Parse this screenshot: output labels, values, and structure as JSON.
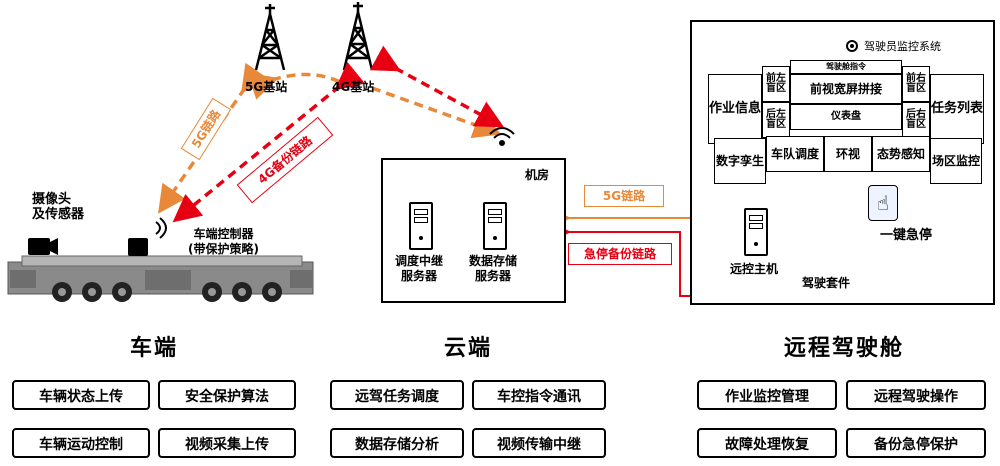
{
  "diagram": {
    "towers": {
      "t5g": "5G基站",
      "t4g": "4G基站"
    },
    "links": {
      "link5g_vehicle": "5G链路",
      "link4g_backup": "4G备份链路",
      "link5g_cockpit": "5G链路",
      "estop_backup": "急停备份链路"
    },
    "vehicle": {
      "camera_label_line1": "摄像头",
      "camera_label_line2": "及传感器",
      "controller_label_line1": "车端控制器",
      "controller_label_line2": "(带保护策略)"
    },
    "cloud": {
      "room": "机房",
      "server1_line1": "调度中继",
      "server1_line2": "服务器",
      "server2_line1": "数据存储",
      "server2_line2": "服务器"
    },
    "cockpit": {
      "monitor_title": "驾驶员监控系统",
      "screens": {
        "job_info": "作业信息",
        "front_left": "前左盲区",
        "rear_left": "后左盲区",
        "driving_cmd": "驾驶舱指令",
        "front_view": "前视宽屏拼接",
        "dashboard": "仪表盘",
        "front_right": "前右盲区",
        "rear_right": "后右盲区",
        "task_list": "任务列表",
        "digital_twin": "数字孪生",
        "fleet_dispatch": "车队调度",
        "surround": "环视",
        "situation": "态势感知",
        "site_monitor": "场区监控"
      },
      "remote_host": "远控主机",
      "driving_kit": "驾驶套件",
      "estop": "一键急停"
    }
  },
  "sections": {
    "vehicle": {
      "title": "车端",
      "functions": [
        "车辆状态上传",
        "安全保护算法",
        "车辆运动控制",
        "视频采集上传"
      ]
    },
    "cloud": {
      "title": "云端",
      "functions": [
        "远驾任务调度",
        "车控指令通讯",
        "数据存储分析",
        "视频传输中继"
      ]
    },
    "cockpit": {
      "title": "远程驾驶舱",
      "functions": [
        "作业监控管理",
        "远程驾驶操作",
        "故障处理恢复",
        "备份急停保护"
      ]
    }
  },
  "colors": {
    "orange": "#E8893A",
    "red": "#E60012"
  }
}
